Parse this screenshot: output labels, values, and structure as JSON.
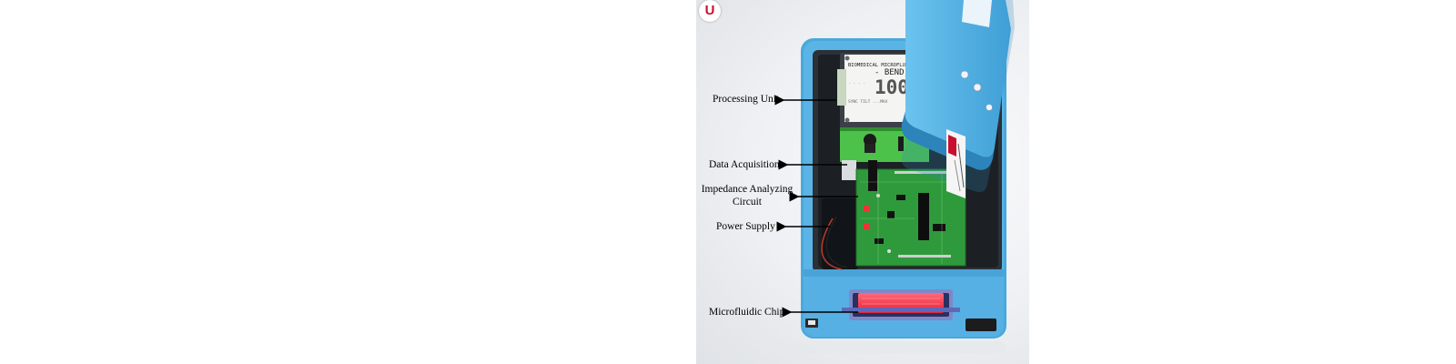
{
  "brand": {
    "logo_letter": "U",
    "accent_color": "#c8102e"
  },
  "colors": {
    "enclosure": "#5ab4e6",
    "enclosure_dark": "#3d95c9",
    "pcb": "#2f9a3c",
    "chip": "#ff3a4e"
  },
  "labels": {
    "processing_unit": "Processing Unit",
    "data_acquisition": "Data Acquisition",
    "impedance_circuit": "Impedance Analyzing Circuit",
    "power_supply": "Power Supply",
    "microfluidic_chip": "Microfluidic Chip"
  },
  "lcd": {
    "line1": "BIOMEDICAL MICROFLUID DE",
    "line2": "- BEND -",
    "value": "100.0",
    "footer": "SYNC TILT ...MAX"
  }
}
